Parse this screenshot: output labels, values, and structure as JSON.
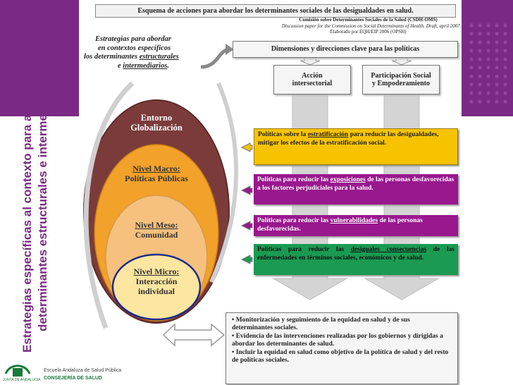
{
  "side_title": {
    "line1": "Estrategias específicas al contexto para abordar",
    "line2": "determinantes estructurales e intermediarios"
  },
  "header": "Esquema de acciones para abordar los determinantes sociales de las desigualdades en salud.",
  "credits": {
    "line1": "Comisión sobre Determinantes Sociales de la Salud (CSDH-OMS)",
    "line2": "Discussion paper for the Commission on Social Determinants of Health. Draft, april 2007.",
    "line3": "Elaborado por EQH/EIP 2006 (OPSH)"
  },
  "strategy": {
    "line1": "Estrategias para abordar",
    "line2": "en contextos específicos",
    "line3_pre": "los determinantes ",
    "line3_u": "estructurales",
    "line4_pre": "e ",
    "line4_u": "intermediarios",
    "line4_post": "."
  },
  "dimensions_title": "Dimensiones y direcciones clave para las políticas",
  "top_boxes": {
    "intersectoral": "Acción intersectorial",
    "participation": "Participación Social y Empoderamiento"
  },
  "levels": {
    "entorno": "Entorno",
    "globalizacion": "Globalización",
    "macro_title": "Nivel Macro:",
    "macro_sub": "Políticas Públicas",
    "meso_title": "Nivel Meso:",
    "meso_sub": "Comunidad",
    "micro_title": "Nivel Micro:",
    "micro_sub1": "Interacción",
    "micro_sub2": "individual"
  },
  "policies": {
    "p1_pre": "Políticas sobre la ",
    "p1_u": "estratificación",
    "p1_post": " para reducir las desigualdades, mitigar los efectos de la estratificación social.",
    "p2_pre": "Políticas para reducir las ",
    "p2_u": "exposiciones",
    "p2_post": " de las personas desfavorecidas a los factores perjudiciales para la salud.",
    "p3_pre": "Políticas para reducir las ",
    "p3_u": "vulnerabilidades",
    "p3_post": " de las personas desfavorecidas.",
    "p4_pre": "Políticas para reducir las ",
    "p4_u": "desiguales consecuencias",
    "p4_post": " de las enfermedades en términos sociales, económicos y de salud."
  },
  "bottom_bullets": [
    "• Monitorización y seguimiento de la equidad en salud y de sus determinantes sociales.",
    "• Evidencia de las intervenciones realizadas por los gobiernos y dirigidas a abordar los determinantes de salud.",
    "• Incluir la equidad en salud como objetivo de la política de salud y del resto de políticas sociales."
  ],
  "footer": {
    "org": "Escuela Andaluza de Salud Pública",
    "consejeria": "CONSEJERÍA DE SALUD",
    "junta": "JUNTA DE ANDALUCIA"
  },
  "colors": {
    "purple": "#99188e",
    "yellow": "#f7c300",
    "green": "#1a9a52",
    "band": "#7a2a84",
    "oval_outer": "#7b3b3b",
    "oval_macro": "#f2a12a",
    "oval_meso": "#f6c07e",
    "oval_micro": "#fce6a0"
  }
}
